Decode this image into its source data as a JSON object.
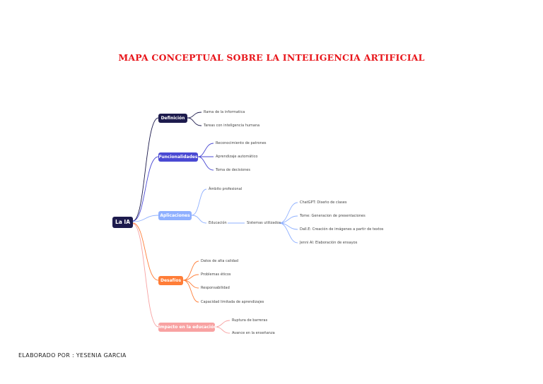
{
  "title": "MAPA CONCEPTUAL SOBRE LA INTELIGENCIA ARTIFICIAL",
  "author": "ELABORADO POR : YESENIA GARCIA",
  "root": "La IA",
  "colors": {
    "title": "#e8161b",
    "definicion": "#1d1b4d",
    "funcionalidades": "#4a49d3",
    "aplicaciones": "#8fb0ff",
    "desafios": "#ff7d37",
    "impacto": "#f8a2a2"
  },
  "branches": {
    "definicion": {
      "label": "Definición",
      "items": [
        "Rama de la informatica",
        "Tareas con inteligencia humana"
      ]
    },
    "funcionalidades": {
      "label": "Funcionalidades",
      "items": [
        "Reconocimiento de patrones",
        "Aprendizaje automático",
        "Toma de decisiones"
      ]
    },
    "aplicaciones": {
      "label": "Aplicaciones",
      "items": [
        "Ámbito profesional",
        "Educación"
      ],
      "sub": "Sistemas utilizados",
      "tools": [
        "ChatGPT: Diseño de clases",
        "Tome: Generacion de presentaciones",
        "Dall.E: Creación de imágenes a partir de textos",
        "Jenni AI: Elaboración de ensayos"
      ]
    },
    "desafios": {
      "label": "Desafíos",
      "items": [
        "Datos de alta calidad",
        "Problemas éticos",
        "Responsabilidad",
        "Capacidad limitada de aprendizajes"
      ]
    },
    "impacto": {
      "label": "Impacto en la educación",
      "items": [
        "Ruptura de barreras",
        "Avance en la enseñanza"
      ]
    }
  }
}
